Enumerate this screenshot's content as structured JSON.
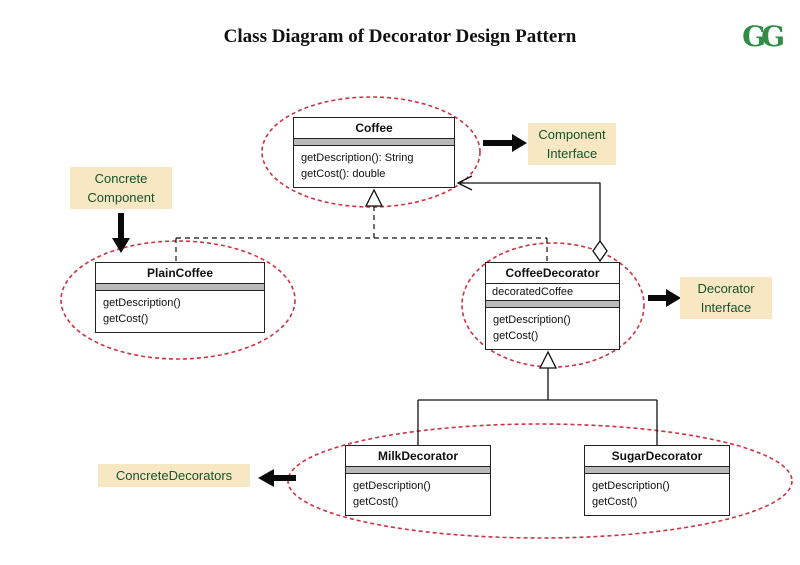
{
  "title": "Class Diagram of Decorator Design Pattern",
  "logo": {
    "text": "GG"
  },
  "classes": {
    "coffee": {
      "name": "Coffee",
      "methods": [
        "getDescription(): String",
        "getCost(): double"
      ]
    },
    "plain_coffee": {
      "name": "PlainCoffee",
      "methods": [
        "getDescription()",
        "getCost()"
      ]
    },
    "coffee_decorator": {
      "name": "CoffeeDecorator",
      "attributes": [
        "decoratedCoffee"
      ],
      "methods": [
        "getDescription()",
        "getCost()"
      ]
    },
    "milk_decorator": {
      "name": "MilkDecorator",
      "methods": [
        "getDescription()",
        "getCost()"
      ]
    },
    "sugar_decorator": {
      "name": "SugarDecorator",
      "methods": [
        "getDescription()",
        "getCost()"
      ]
    }
  },
  "labels": {
    "component_interface": {
      "line1": "Component",
      "line2": "Interface"
    },
    "concrete_component": {
      "line1": "Concrete",
      "line2": "Component"
    },
    "decorator_interface": {
      "line1": "Decorator",
      "line2": "Interface"
    },
    "concrete_decorators": {
      "text": "ConcreteDecorators"
    }
  },
  "colors": {
    "label_bg": "#f7e7c2",
    "label_text": "#14532d",
    "ellipse": "#cc3344",
    "logo_green": "#2f8d46"
  }
}
